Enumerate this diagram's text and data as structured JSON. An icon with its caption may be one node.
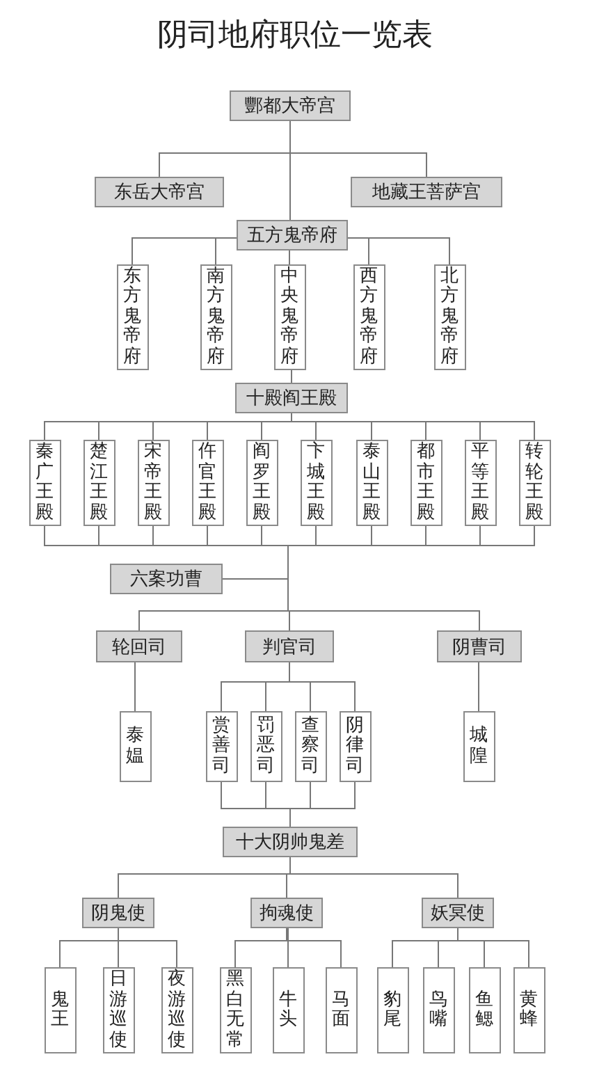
{
  "diagram": {
    "title": "阴司地府职位一览表",
    "nodes": [
      {
        "text": [
          "酆都大帝宫"
        ]
      },
      {
        "text": [
          "东岳大帝宫"
        ]
      },
      {
        "text": [
          "地藏王菩萨宫"
        ]
      },
      {
        "text": [
          "五方鬼帝府"
        ]
      },
      {
        "text": [
          "东方鬼帝府"
        ]
      },
      {
        "text": [
          "南方鬼帝府"
        ]
      },
      {
        "text": [
          "中央鬼帝府"
        ]
      },
      {
        "text": [
          "西方鬼帝府"
        ]
      },
      {
        "text": [
          "北方鬼帝府"
        ]
      },
      {
        "text": [
          "十殿阎王殿"
        ]
      },
      {
        "text": [
          "秦广王殿"
        ]
      },
      {
        "text": [
          "楚江王殿"
        ]
      },
      {
        "text": [
          "宋帝王殿"
        ]
      },
      {
        "text": [
          "仵官王殿"
        ]
      },
      {
        "text": [
          "阎罗王殿"
        ]
      },
      {
        "text": [
          "卞城王殿"
        ]
      },
      {
        "text": [
          "泰山王殿"
        ]
      },
      {
        "text": [
          "都市王殿"
        ]
      },
      {
        "text": [
          "平等王殿"
        ]
      },
      {
        "text": [
          "转轮王殿"
        ]
      },
      {
        "text": [
          "六案功曹"
        ]
      },
      {
        "text": [
          "轮回司"
        ]
      },
      {
        "text": [
          "判官司"
        ]
      },
      {
        "text": [
          "阴曹司"
        ]
      },
      {
        "text": [
          "泰媪"
        ]
      },
      {
        "text": [
          "赏善司"
        ]
      },
      {
        "text": [
          "罚恶司"
        ]
      },
      {
        "text": [
          "查察司"
        ]
      },
      {
        "text": [
          "阴律司"
        ]
      },
      {
        "text": [
          "城隍"
        ]
      },
      {
        "text": [
          "十大阴帅鬼差"
        ]
      },
      {
        "text": [
          "阴鬼使"
        ]
      },
      {
        "text": [
          "拘魂使"
        ]
      },
      {
        "text": [
          "妖冥使"
        ]
      },
      {
        "text": [
          "鬼王"
        ]
      },
      {
        "text": [
          "日游巡使"
        ]
      },
      {
        "text": [
          "夜游巡使"
        ]
      },
      {
        "text": [
          "黑白无常"
        ]
      },
      {
        "text": [
          "牛头"
        ]
      },
      {
        "text": [
          "马面"
        ]
      },
      {
        "text": [
          "豹尾"
        ]
      },
      {
        "text": [
          "鸟嘴"
        ]
      },
      {
        "text": [
          "鱼鳃"
        ]
      },
      {
        "text": [
          "黄蜂"
        ]
      }
    ],
    "edges": [
      {
        "from": 0,
        "to": 1,
        "arrow": "none"
      },
      {
        "from": 0,
        "to": 2,
        "arrow": "none"
      },
      {
        "from": 0,
        "to": 3,
        "arrow": "none"
      },
      {
        "from": 3,
        "to": 4,
        "arrow": "none"
      },
      {
        "from": 3,
        "to": 5,
        "arrow": "none"
      },
      {
        "from": 3,
        "to": 6,
        "arrow": "none"
      },
      {
        "from": 3,
        "to": 7,
        "arrow": "none"
      },
      {
        "from": 3,
        "to": 8,
        "arrow": "none"
      },
      {
        "from": 6,
        "to": 9,
        "arrow": "none"
      },
      {
        "from": 9,
        "to": 10,
        "arrow": "none"
      },
      {
        "from": 9,
        "to": 11,
        "arrow": "none"
      },
      {
        "from": 9,
        "to": 12,
        "arrow": "none"
      },
      {
        "from": 9,
        "to": 13,
        "arrow": "none"
      },
      {
        "from": 9,
        "to": 14,
        "arrow": "none"
      },
      {
        "from": 9,
        "to": 15,
        "arrow": "none"
      },
      {
        "from": 9,
        "to": 16,
        "arrow": "none"
      },
      {
        "from": 9,
        "to": 17,
        "arrow": "none"
      },
      {
        "from": 9,
        "to": 18,
        "arrow": "none"
      },
      {
        "from": 9,
        "to": 19,
        "arrow": "none"
      },
      {
        "from": 10,
        "to": 20,
        "arrow": "none"
      },
      {
        "from": 11,
        "to": 20,
        "arrow": "none"
      },
      {
        "from": 12,
        "to": 20,
        "arrow": "none"
      },
      {
        "from": 13,
        "to": 20,
        "arrow": "none"
      },
      {
        "from": 14,
        "to": 20,
        "arrow": "none"
      },
      {
        "from": 15,
        "to": 20,
        "arrow": "none"
      },
      {
        "from": 16,
        "to": 20,
        "arrow": "none"
      },
      {
        "from": 17,
        "to": 20,
        "arrow": "none"
      },
      {
        "from": 18,
        "to": 20,
        "arrow": "none"
      },
      {
        "from": 19,
        "to": 20,
        "arrow": "none"
      },
      {
        "from": 20,
        "to": 21,
        "arrow": "none"
      },
      {
        "from": 20,
        "to": 22,
        "arrow": "none"
      },
      {
        "from": 20,
        "to": 23,
        "arrow": "none"
      },
      {
        "from": 21,
        "to": 24,
        "arrow": "none"
      },
      {
        "from": 22,
        "to": 25,
        "arrow": "none"
      },
      {
        "from": 22,
        "to": 26,
        "arrow": "none"
      },
      {
        "from": 22,
        "to": 27,
        "arrow": "none"
      },
      {
        "from": 22,
        "to": 28,
        "arrow": "none"
      },
      {
        "from": 23,
        "to": 29,
        "arrow": "none"
      },
      {
        "from": 25,
        "to": 30,
        "arrow": "none"
      },
      {
        "from": 26,
        "to": 30,
        "arrow": "none"
      },
      {
        "from": 27,
        "to": 30,
        "arrow": "none"
      },
      {
        "from": 28,
        "to": 30,
        "arrow": "none"
      },
      {
        "from": 30,
        "to": 31,
        "arrow": "none"
      },
      {
        "from": 30,
        "to": 32,
        "arrow": "none"
      },
      {
        "from": 30,
        "to": 33,
        "arrow": "none"
      },
      {
        "from": 31,
        "to": 34,
        "arrow": "none"
      },
      {
        "from": 31,
        "to": 35,
        "arrow": "none"
      },
      {
        "from": 31,
        "to": 36,
        "arrow": "none"
      },
      {
        "from": 32,
        "to": 37,
        "arrow": "none"
      },
      {
        "from": 32,
        "to": 38,
        "arrow": "none"
      },
      {
        "from": 32,
        "to": 39,
        "arrow": "none"
      },
      {
        "from": 33,
        "to": 40,
        "arrow": "none"
      },
      {
        "from": 33,
        "to": 41,
        "arrow": "none"
      },
      {
        "from": 33,
        "to": 42,
        "arrow": "none"
      },
      {
        "from": 33,
        "to": 43,
        "arrow": "none"
      }
    ]
  }
}
